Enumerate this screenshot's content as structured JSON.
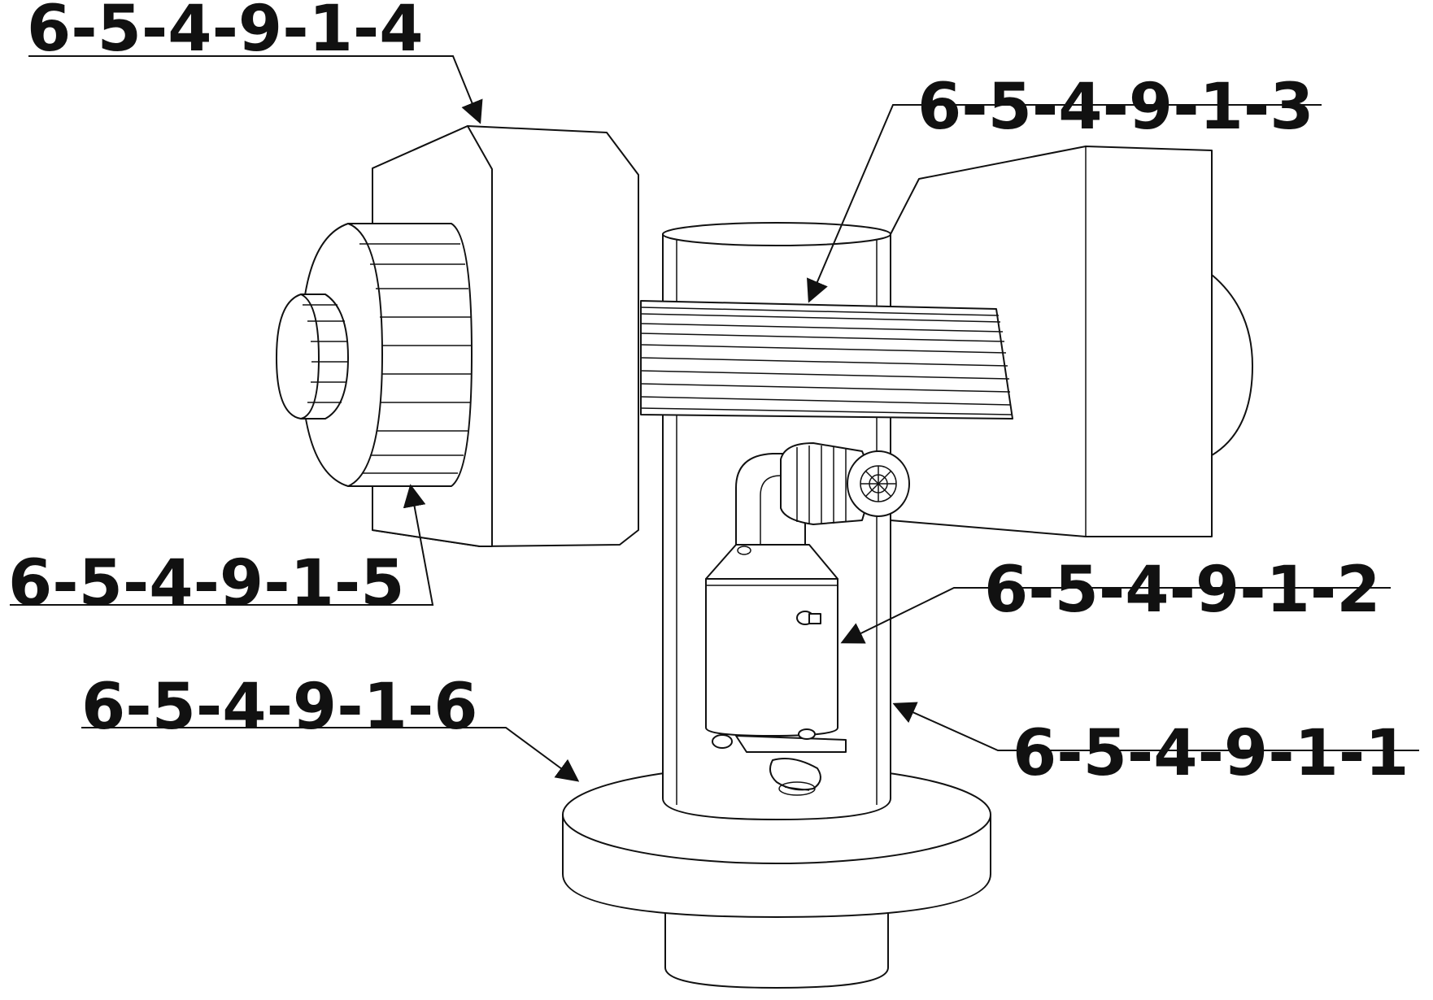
{
  "callouts": [
    {
      "id": "c1",
      "text": "6-5-4-9-1-1"
    },
    {
      "id": "c2",
      "text": "6-5-4-9-1-2"
    },
    {
      "id": "c3",
      "text": "6-5-4-9-1-3"
    },
    {
      "id": "c4",
      "text": "6-5-4-9-1-4"
    },
    {
      "id": "c5",
      "text": "6-5-4-9-1-5"
    },
    {
      "id": "c6",
      "text": "6-5-4-9-1-6"
    }
  ],
  "colors": {
    "line": "#111111",
    "background": "#ffffff"
  }
}
